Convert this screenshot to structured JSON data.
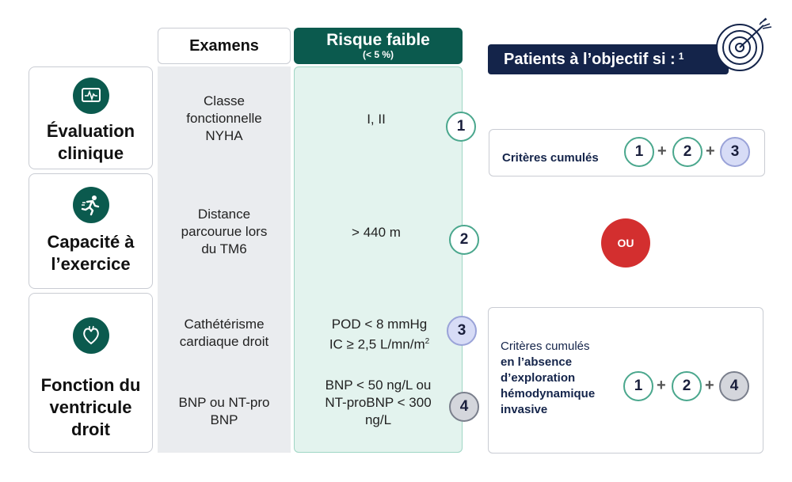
{
  "headers": {
    "examens": "Examens",
    "risque_title": "Risque faible",
    "risque_sub": "(< 5 %)"
  },
  "categories": [
    {
      "icon": "ecg-monitor-icon",
      "label": "Évaluation clinique"
    },
    {
      "icon": "running-person-icon",
      "label": "Capacité à l’exercice"
    },
    {
      "icon": "heart-icon",
      "label": "Fonction du ventricule droit"
    }
  ],
  "rows": [
    {
      "exam": "Classe fonctionnelle NYHA",
      "value": "I, II",
      "num": "1"
    },
    {
      "exam": "Distance parcourue lors du TM6",
      "value": "> 440 m",
      "num": "2"
    },
    {
      "exam": "Cathétérisme cardiaque droit",
      "value_line1": "POD < 8 mmHg",
      "value_line2": "IC ≥ 2,5 L/mn/m",
      "value_sup": "2",
      "num": "3"
    },
    {
      "exam": "BNP ou NT-pro BNP",
      "value": "BNP < 50 ng/L ou NT-proBNP < 300 ng/L",
      "num": "4"
    }
  ],
  "patients": {
    "label": "Patients à l’objectif si :",
    "ref": "1"
  },
  "criteria1": {
    "label": "Critères cumulés",
    "nums": [
      "1",
      "2",
      "3"
    ],
    "plus": "+"
  },
  "or_label": "OU",
  "criteria2": {
    "line1": "Critères cumulés",
    "line2": "en l’absence d’exploration hémodynamique invasive",
    "nums": [
      "1",
      "2",
      "4"
    ],
    "plus": "+"
  },
  "colors": {
    "teal": "#0b5a4e",
    "navy": "#14244a",
    "red": "#d32f2f",
    "light_teal": "#e3f3ee",
    "light_gray": "#eaecef"
  }
}
